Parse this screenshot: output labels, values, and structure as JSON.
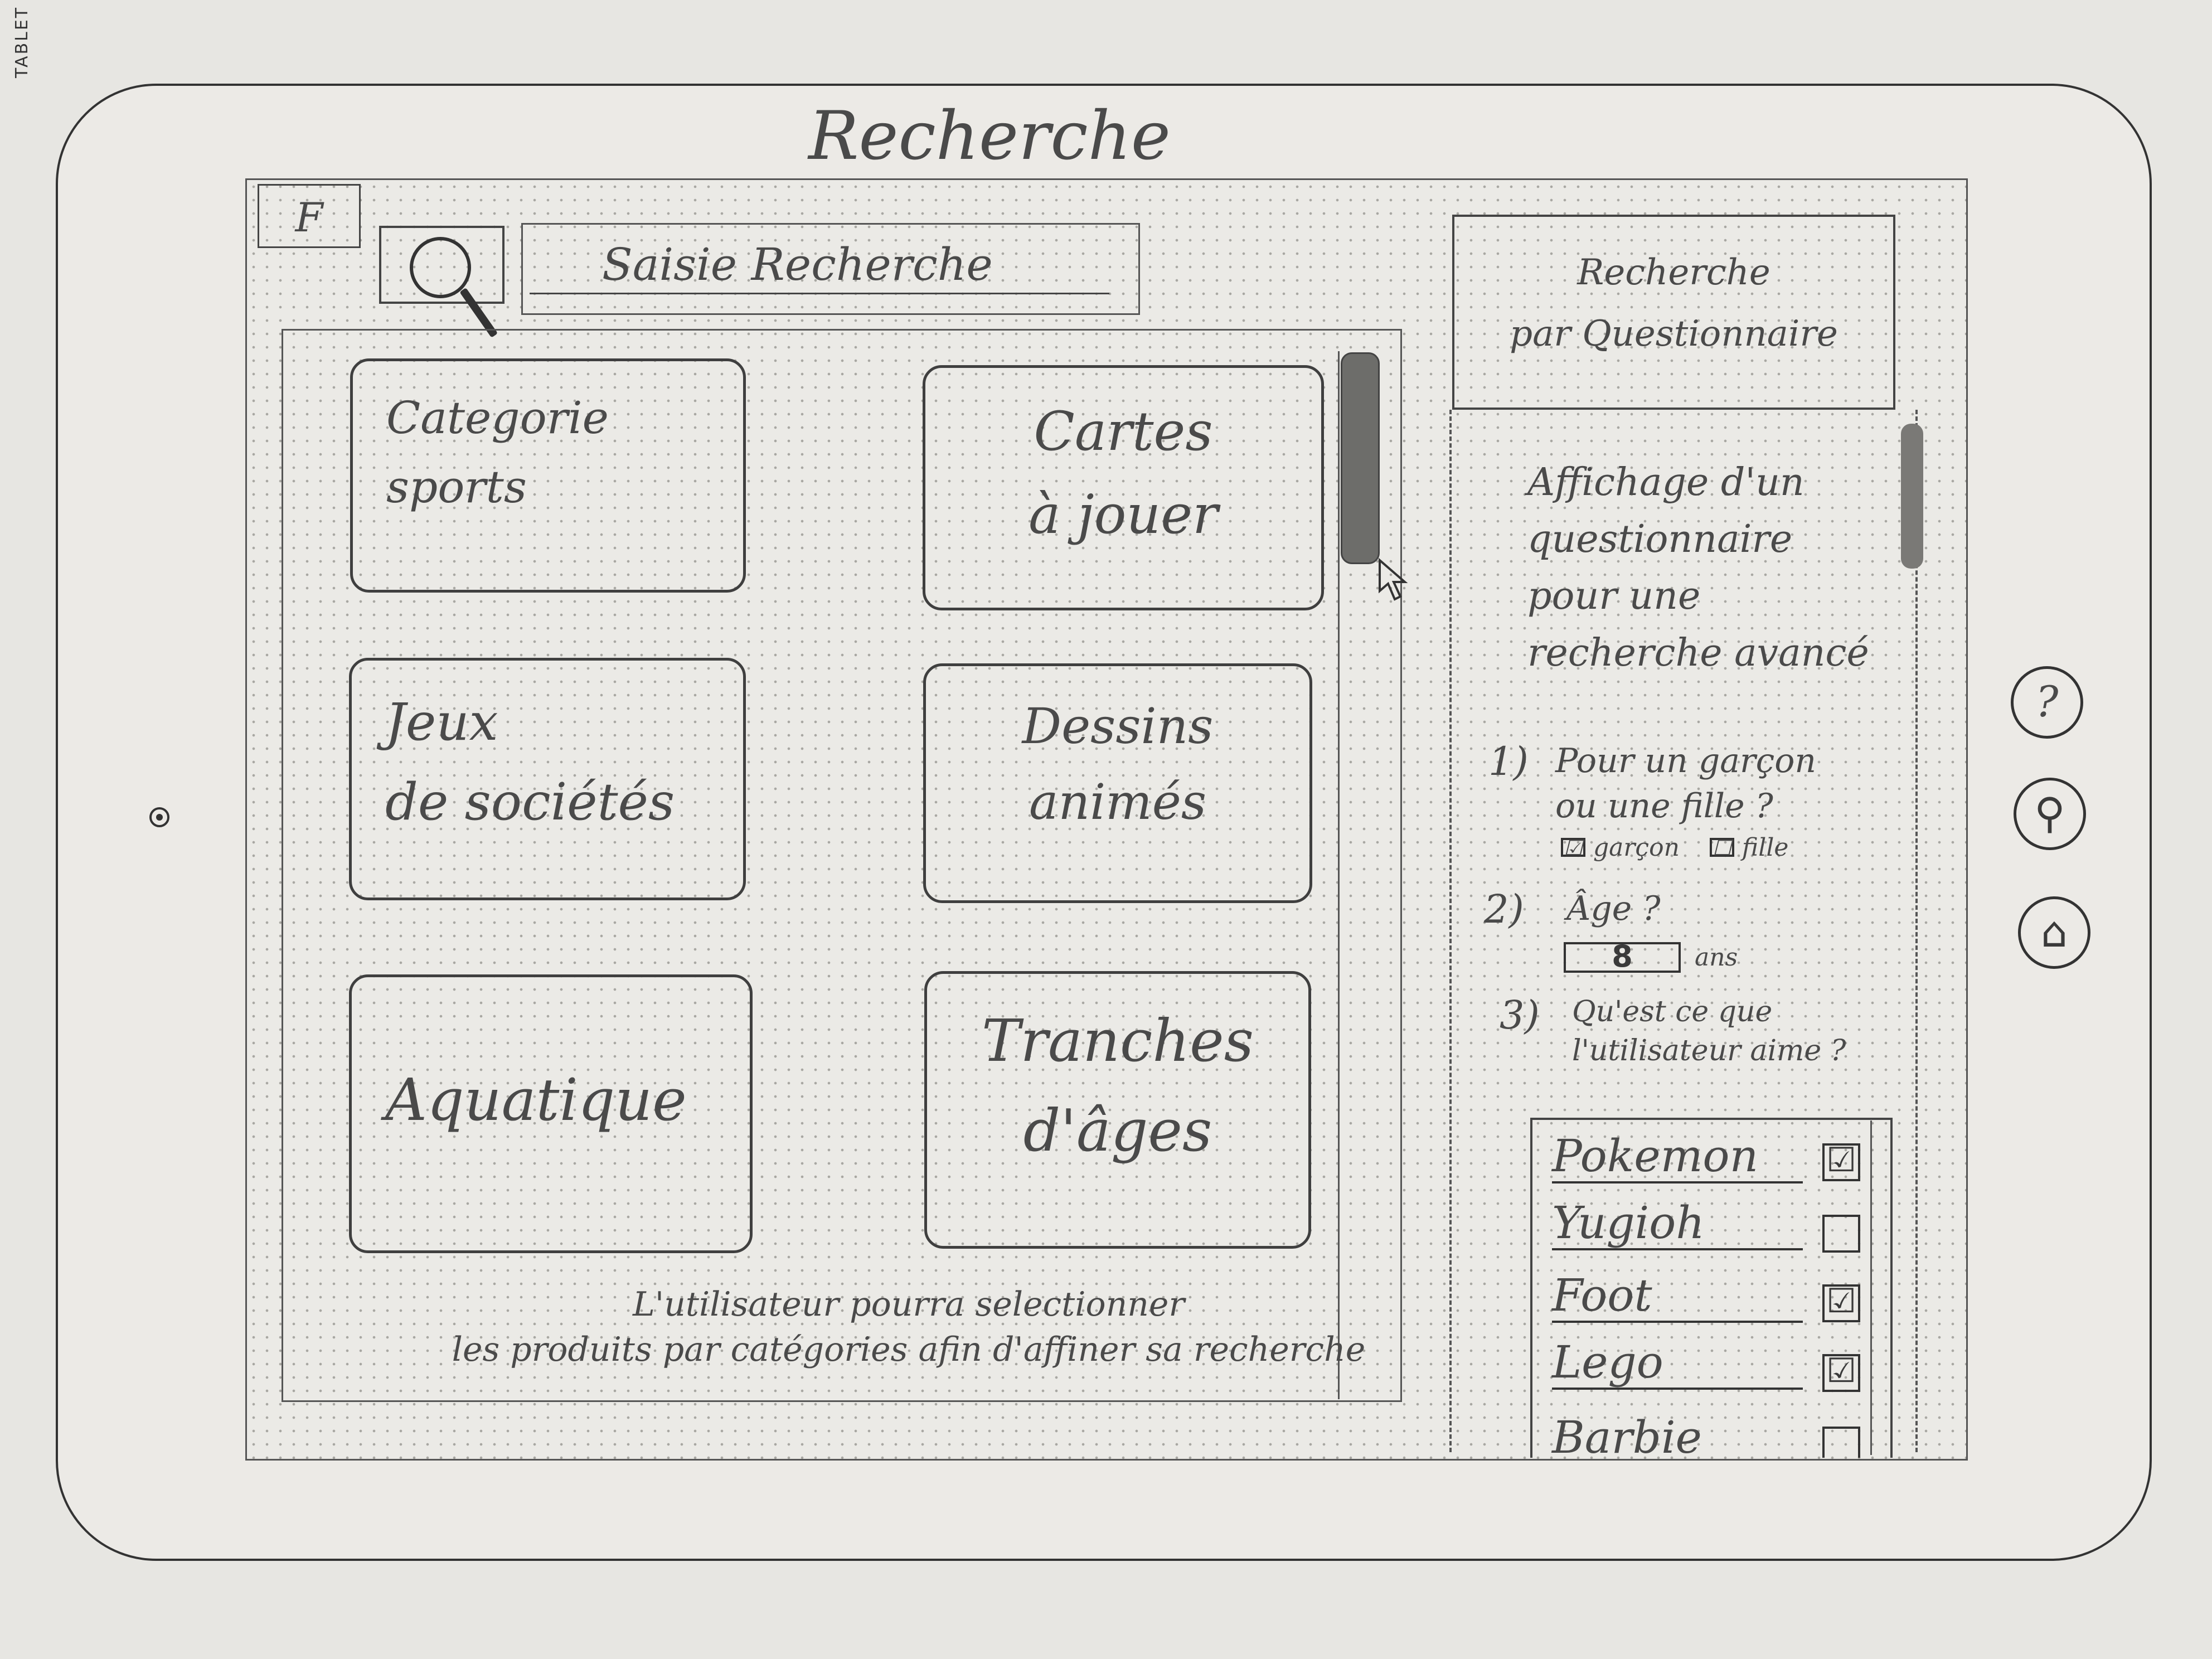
{
  "page_label": "TABLET",
  "title": "Recherche",
  "logo_letter": "F",
  "search": {
    "placeholder": "Saisie Recherche"
  },
  "categories": [
    {
      "line1": "Categorie",
      "line2": "sports"
    },
    {
      "line1": "Cartes",
      "line2": "à jouer"
    },
    {
      "line1": "Jeux",
      "line2": "de sociétés"
    },
    {
      "line1": "Dessins",
      "line2": "animés"
    },
    {
      "line1": "Aquatique",
      "line2": ""
    },
    {
      "line1": "Tranches",
      "line2": "d'âges"
    }
  ],
  "footnote": {
    "line1": "L'utilisateur pourra selectionner",
    "line2": "les produits par catégories afin d'affiner sa recherche"
  },
  "questionnaire": {
    "button_line1": "Recherche",
    "button_line2": "par Questionnaire",
    "intro": "Affichage d'un questionnaire pour une recherche avancé",
    "q1": {
      "num": "1)",
      "text": "Pour un garçon ou une fille ?",
      "opt1": "garçon",
      "opt2": "fille",
      "opt1_checked": "☑",
      "opt2_checked": "☐"
    },
    "q2": {
      "num": "2)",
      "text": "Âge ?",
      "value": "8",
      "unit": "ans"
    },
    "q3": {
      "num": "3)",
      "text": "Qu'est ce que l'utilisateur aime ?"
    },
    "list": [
      {
        "label": "Pokemon",
        "mark": "☑"
      },
      {
        "label": "Yugioh",
        "mark": ""
      },
      {
        "label": "Foot",
        "mark": "☑"
      },
      {
        "label": "Lego",
        "mark": "☑"
      },
      {
        "label": "Barbie",
        "mark": ""
      }
    ]
  },
  "icons": {
    "help": "?",
    "location": "⚲",
    "home": "⌂"
  },
  "colors": {
    "paper": "#e7e6e2",
    "pencil": "#3a3a3a",
    "scroll_thumb": "#6d6d6a"
  }
}
